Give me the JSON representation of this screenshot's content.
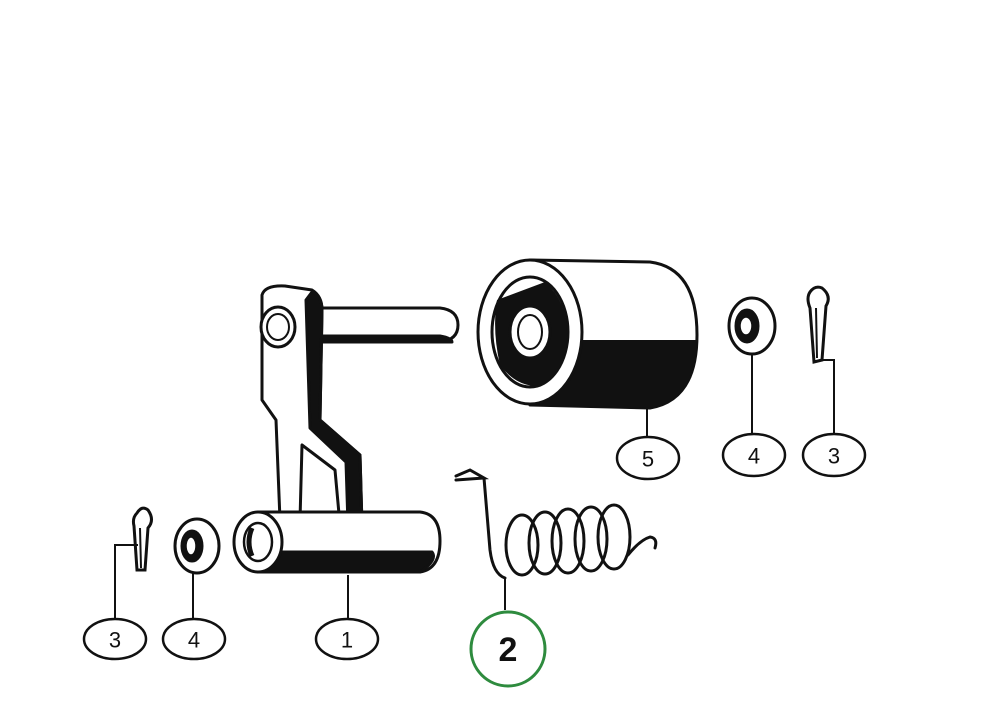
{
  "callouts": [
    {
      "label": "1",
      "part": "crank-arm-with-shaft"
    },
    {
      "label": "2",
      "part": "torsion-spring",
      "highlighted": true
    },
    {
      "label": "3",
      "part": "cotter-pin-left"
    },
    {
      "label": "4",
      "part": "washer-left"
    },
    {
      "label": "5",
      "part": "roller"
    },
    {
      "label": "4",
      "part": "washer-right"
    },
    {
      "label": "3",
      "part": "cotter-pin-right"
    }
  ],
  "colors": {
    "ink": "#111111",
    "paper": "#ffffff",
    "highlight_ring": "#2e8b3e"
  }
}
